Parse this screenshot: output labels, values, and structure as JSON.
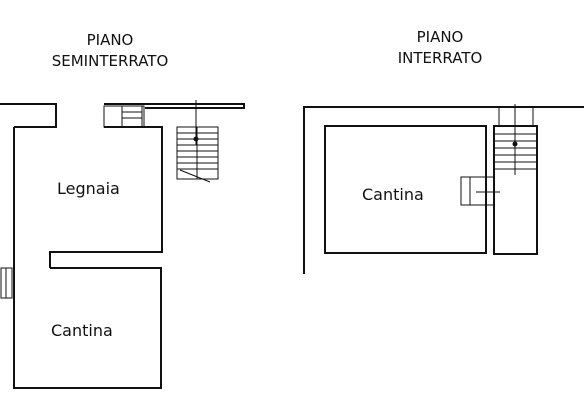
{
  "floors": {
    "semi": {
      "title_line1": "PIANO",
      "title_line2": "SEMINTERRATO",
      "rooms": [
        "Legnaia",
        "Cantina"
      ]
    },
    "interrato": {
      "title_line1": "PIANO",
      "title_line2": "INTERRATO",
      "rooms": [
        "Cantina"
      ]
    }
  },
  "colors": {
    "line": "#111111",
    "background": "#ffffff"
  }
}
